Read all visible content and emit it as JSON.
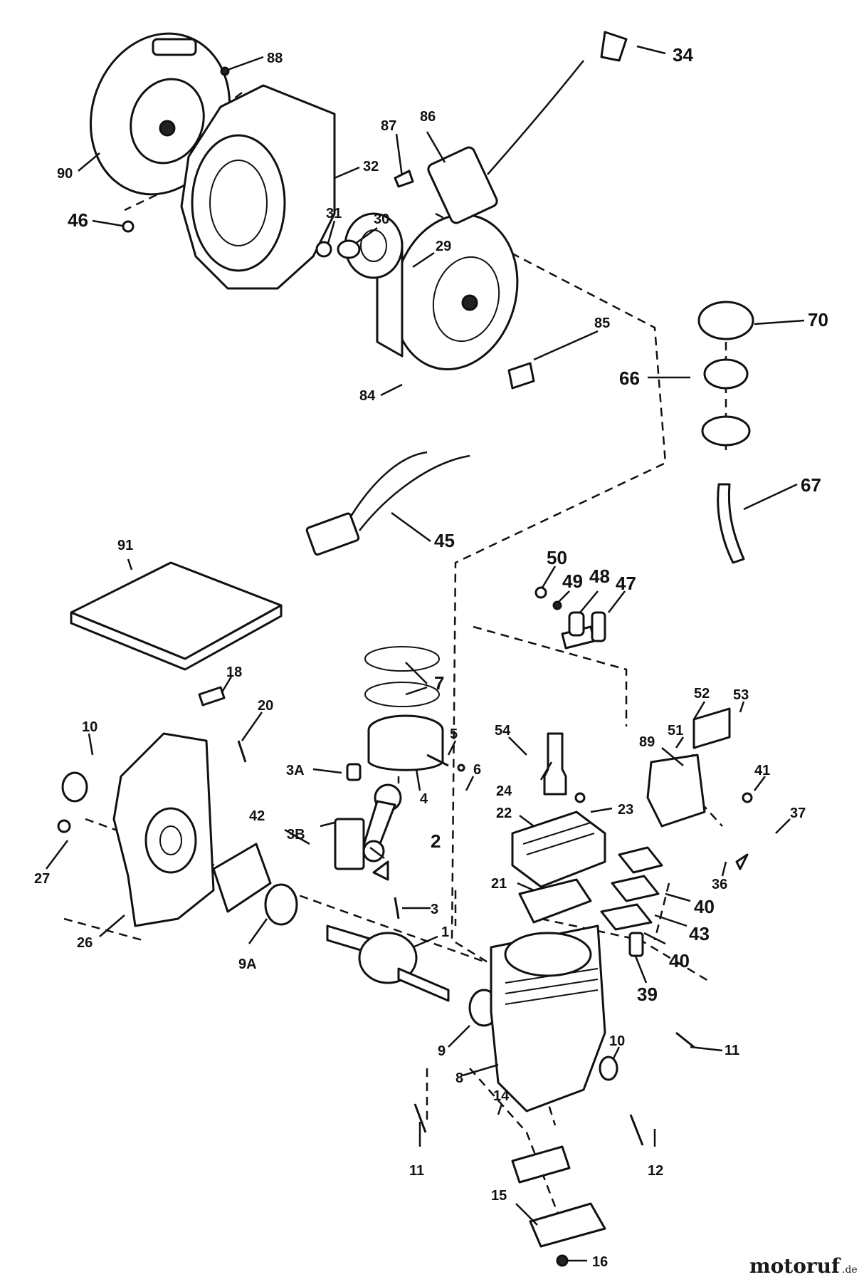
{
  "callouts": [
    {
      "id": "34",
      "size": "lg"
    },
    {
      "id": "88",
      "size": "sm"
    },
    {
      "id": "87",
      "size": "sm"
    },
    {
      "id": "86",
      "size": "sm"
    },
    {
      "id": "90",
      "size": "sm"
    },
    {
      "id": "32",
      "size": "sm"
    },
    {
      "id": "46",
      "size": "lg"
    },
    {
      "id": "31",
      "size": "sm"
    },
    {
      "id": "30",
      "size": "sm"
    },
    {
      "id": "29",
      "size": "sm"
    },
    {
      "id": "70",
      "size": "lg"
    },
    {
      "id": "85",
      "size": "sm"
    },
    {
      "id": "66",
      "size": "lg"
    },
    {
      "id": "84",
      "size": "sm"
    },
    {
      "id": "67",
      "size": "lg"
    },
    {
      "id": "45",
      "size": "lg"
    },
    {
      "id": "91",
      "size": "sm"
    },
    {
      "id": "50",
      "size": "lg"
    },
    {
      "id": "49",
      "size": "lg"
    },
    {
      "id": "48",
      "size": "lg"
    },
    {
      "id": "47",
      "size": "lg"
    },
    {
      "id": "18",
      "size": "sm"
    },
    {
      "id": "20",
      "size": "sm"
    },
    {
      "id": "7",
      "size": "lg"
    },
    {
      "id": "53",
      "size": "sm"
    },
    {
      "id": "52",
      "size": "sm"
    },
    {
      "id": "10",
      "size": "sm"
    },
    {
      "id": "5",
      "size": "sm"
    },
    {
      "id": "54",
      "size": "sm"
    },
    {
      "id": "51",
      "size": "sm"
    },
    {
      "id": "89",
      "size": "sm"
    },
    {
      "id": "3A",
      "size": "sm"
    },
    {
      "id": "6",
      "size": "sm"
    },
    {
      "id": "41",
      "size": "sm"
    },
    {
      "id": "24",
      "size": "sm"
    },
    {
      "id": "4",
      "size": "sm"
    },
    {
      "id": "23",
      "size": "sm"
    },
    {
      "id": "37",
      "size": "sm"
    },
    {
      "id": "22",
      "size": "sm"
    },
    {
      "id": "42",
      "size": "sm"
    },
    {
      "id": "3B",
      "size": "sm"
    },
    {
      "id": "2",
      "size": "lg"
    },
    {
      "id": "27",
      "size": "sm"
    },
    {
      "id": "36",
      "size": "sm"
    },
    {
      "id": "21",
      "size": "sm"
    },
    {
      "id": "40",
      "size": "lg"
    },
    {
      "id": "3",
      "size": "sm"
    },
    {
      "id": "43",
      "size": "lg"
    },
    {
      "id": "26",
      "size": "sm"
    },
    {
      "id": "1",
      "size": "sm"
    },
    {
      "id": "9A",
      "size": "sm"
    },
    {
      "id": "40",
      "size": "lg"
    },
    {
      "id": "39",
      "size": "lg"
    },
    {
      "id": "11",
      "size": "sm"
    },
    {
      "id": "10",
      "size": "sm"
    },
    {
      "id": "9",
      "size": "sm"
    },
    {
      "id": "8",
      "size": "sm"
    },
    {
      "id": "14",
      "size": "sm"
    },
    {
      "id": "11",
      "size": "sm"
    },
    {
      "id": "12",
      "size": "sm"
    },
    {
      "id": "15",
      "size": "sm"
    },
    {
      "id": "16",
      "size": "sm"
    }
  ],
  "watermark": {
    "brand": "motoruf",
    "suffix": ".de"
  }
}
